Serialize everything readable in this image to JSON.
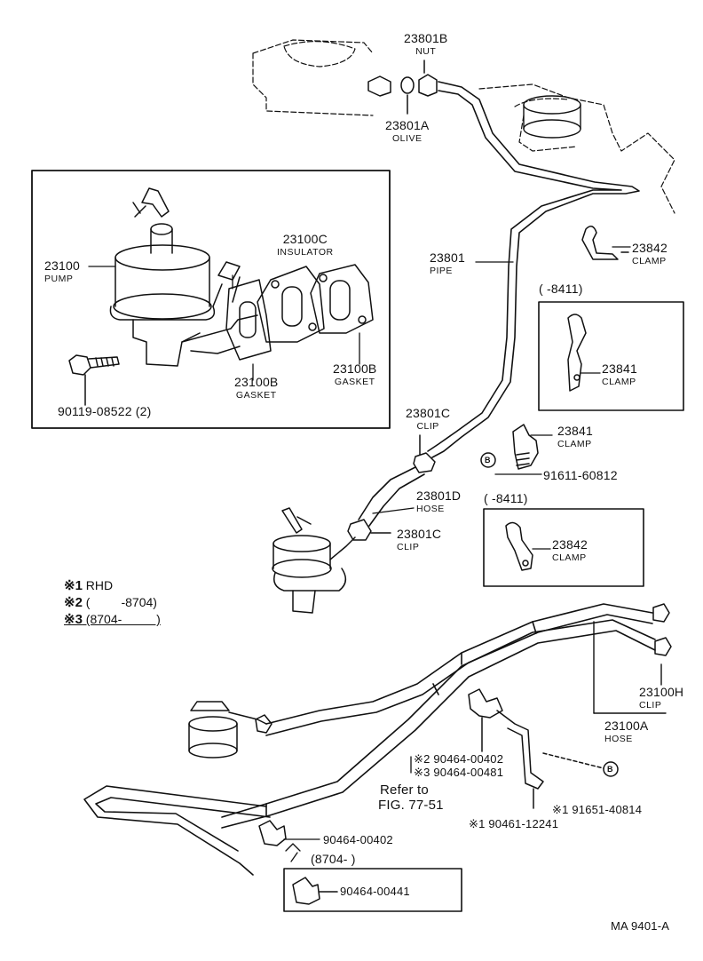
{
  "parts": {
    "p23801B": {
      "number": "23801B",
      "name": "NUT"
    },
    "p23801A": {
      "number": "23801A",
      "name": "OLIVE"
    },
    "p23100": {
      "number": "23100",
      "name": "PUMP"
    },
    "p23100C": {
      "number": "23100C",
      "name": "INSULATOR"
    },
    "p23100B_left": {
      "number": "23100B",
      "name": "GASKET"
    },
    "p23100B_right": {
      "number": "23100B",
      "name": "GASKET"
    },
    "p90119": {
      "number": "90119-08522 (2)"
    },
    "p23801": {
      "number": "23801",
      "name": "PIPE"
    },
    "p23842_top": {
      "number": "23842",
      "name": "CLAMP"
    },
    "box1_range": "(        -8411)",
    "p23841_box": {
      "number": "23841",
      "name": "CLAMP"
    },
    "p23801C_top": {
      "number": "23801C",
      "name": "CLIP"
    },
    "p23841_mid": {
      "number": "23841",
      "name": "CLAMP"
    },
    "p91611": {
      "number": "91611-60812"
    },
    "p23801D": {
      "number": "23801D",
      "name": "HOSE"
    },
    "p23801C_mid": {
      "number": "23801C",
      "name": "CLIP"
    },
    "box2_range": "(        -8411)",
    "p23842_box": {
      "number": "23842",
      "name": "CLAMP"
    },
    "p23100H": {
      "number": "23100H",
      "name": "CLIP"
    },
    "p23100A": {
      "number": "23100A",
      "name": "HOSE"
    },
    "p90464_00402_r": {
      "number": "※2  90464-00402"
    },
    "p90464_00481": {
      "number": "※3  90464-00481"
    },
    "refer_to": "Refer to",
    "fig_ref": "FIG. 77-51",
    "p91651": {
      "number": "※1  91651-40814"
    },
    "p90461": {
      "number": "※1 90461-12241"
    },
    "p90464_00402_b": {
      "number": "90464-00402"
    },
    "box3_range": "(8704-          )",
    "p90464_00441": {
      "number": "90464-00441"
    },
    "marker_b": "B"
  },
  "legend": {
    "line1_sym": "※1",
    "line1_text": " RHD",
    "line2_sym": "※2",
    "line2_text": " (         -8704)",
    "line3_sym": "※3",
    "line3_text": " (8704-          )"
  },
  "footer": {
    "code": "MA  9401-A"
  }
}
